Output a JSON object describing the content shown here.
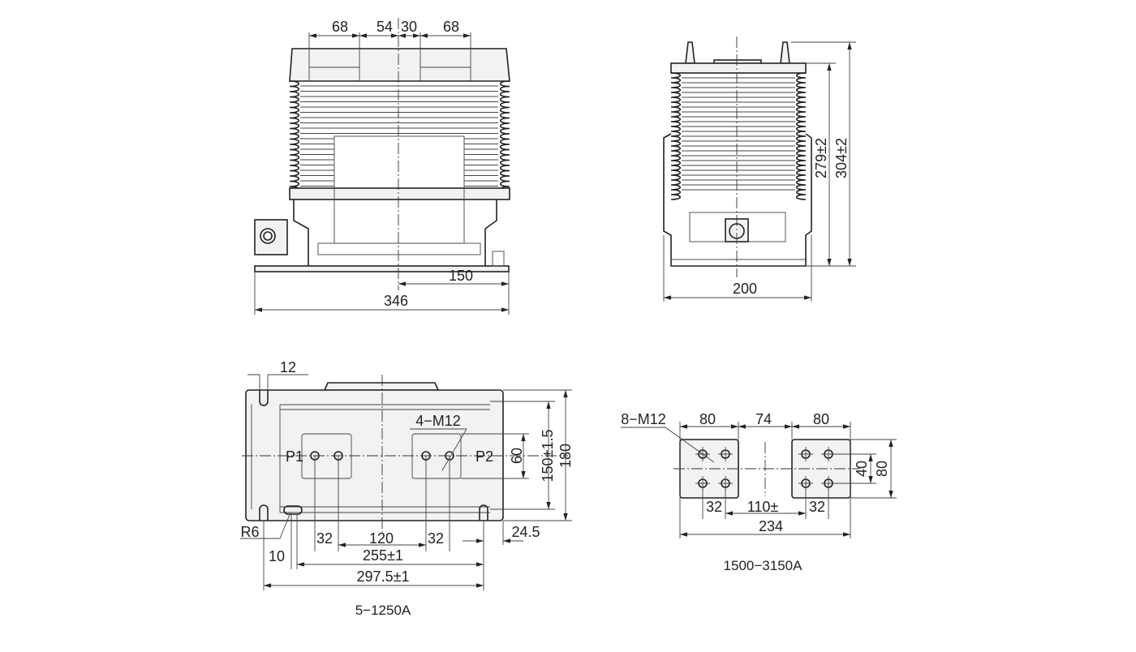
{
  "front_view": {
    "dims_top": [
      "68",
      "54",
      "30",
      "68"
    ],
    "dim_150": "150",
    "dim_346": "346"
  },
  "side_view": {
    "dim_279": "279±2",
    "dim_304": "304±2",
    "dim_200": "200"
  },
  "bottom_view_small": {
    "dim_12": "12",
    "thread": "4−M12",
    "p1": "P1",
    "p2": "P2",
    "dim_60": "60",
    "dim_150": "150±1.5",
    "dim_180": "180",
    "dim_r6": "R6",
    "dim_32a": "32",
    "dim_120": "120",
    "dim_32b": "32",
    "dim_24_5": "24.5",
    "dim_10": "10",
    "dim_255": "255±1",
    "dim_297_5": "297.5±1",
    "caption": "5−1250A"
  },
  "bottom_view_large": {
    "thread": "8−M12",
    "dim_80a": "80",
    "dim_74": "74",
    "dim_80b": "80",
    "dim_40": "40",
    "dim_80v": "80",
    "dim_32a": "32",
    "dim_110": "110±",
    "dim_32b": "32",
    "dim_234": "234",
    "caption": "1500−3150A"
  }
}
